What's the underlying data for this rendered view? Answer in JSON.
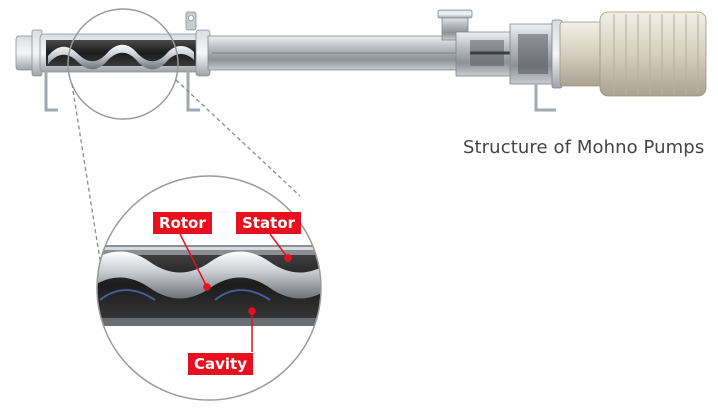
{
  "caption": "Structure of Mohno Pumps",
  "labels": {
    "rotor": "Rotor",
    "stator": "Stator",
    "cavity": "Cavity"
  },
  "colors": {
    "label_bg": "#e8101e",
    "label_text": "#ffffff",
    "pointer": "#e8101e",
    "motor": "#d9d3c4",
    "pump_body": "#a9aeb5",
    "stator_rubber": "#2a2a2a",
    "rotor_steel": "#c9ccd1"
  }
}
